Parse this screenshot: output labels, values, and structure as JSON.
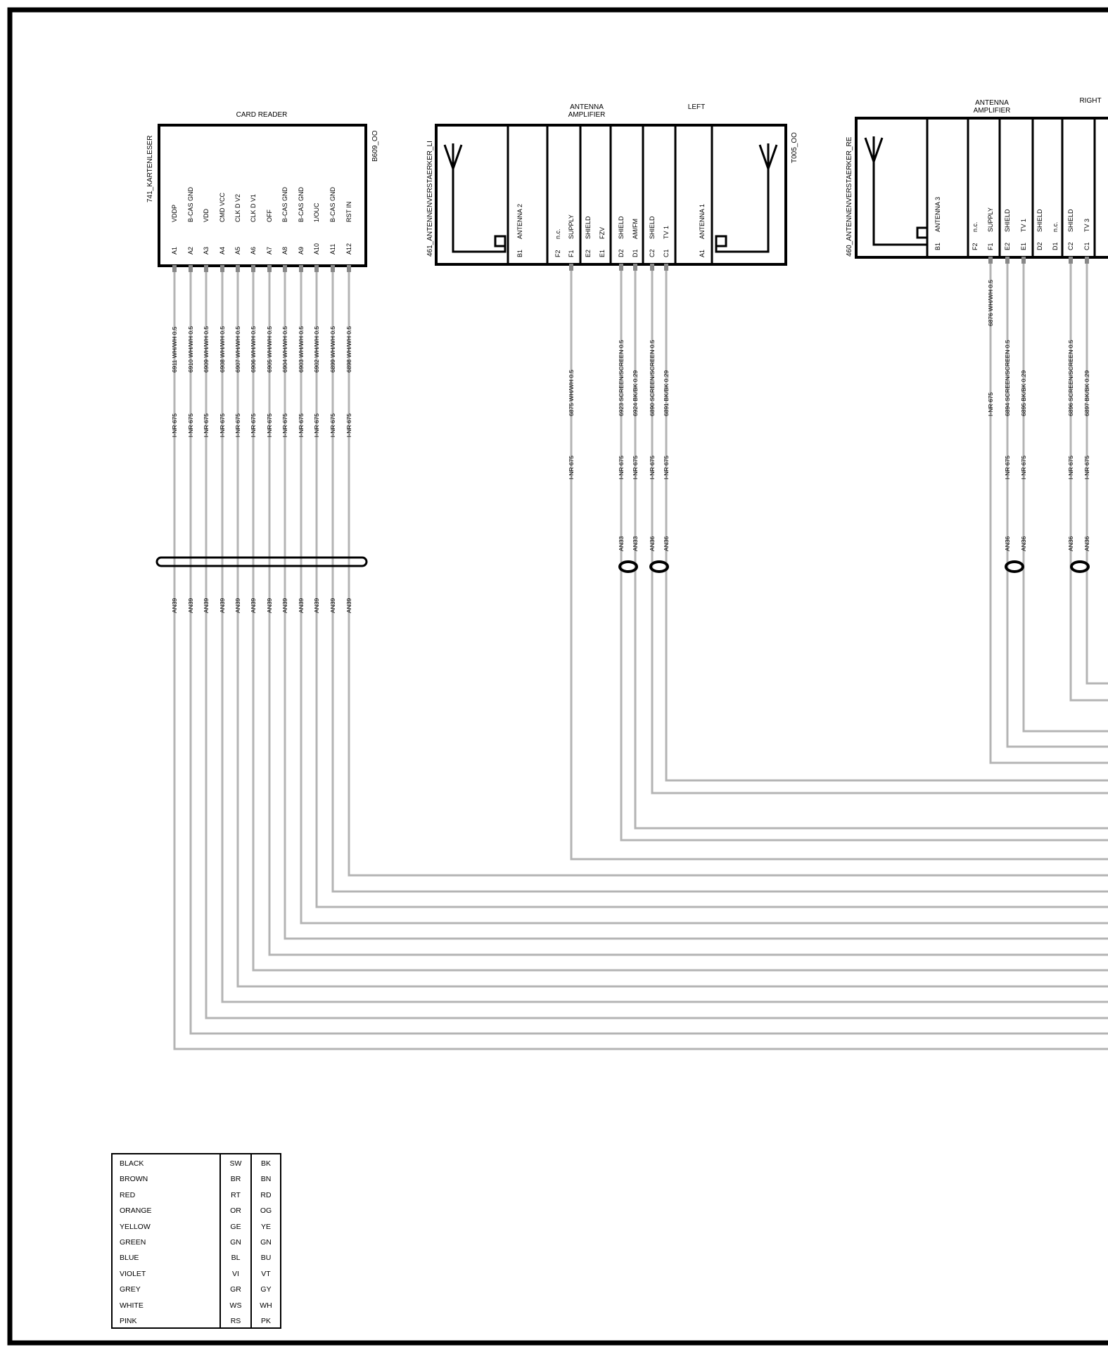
{
  "colors": {
    "line": "#000000",
    "wire": "#b4b4b4",
    "pin": "#888888"
  },
  "card_reader": {
    "title": "CARD READER",
    "name": "741_KARTENLESER",
    "code": "B609_OO",
    "pins": [
      {
        "pin": "A1",
        "label": "VDDP",
        "wire": "6911 WH/WH 0.5",
        "harness": "I-NR 675",
        "shield": "AN39"
      },
      {
        "pin": "A2",
        "label": "B-CAS GND",
        "wire": "6910 WH/WH 0.5",
        "harness": "I-NR 675",
        "shield": "AN39"
      },
      {
        "pin": "A3",
        "label": "VDD",
        "wire": "6909 WH/WH 0.5",
        "harness": "I-NR 675",
        "shield": "AN39"
      },
      {
        "pin": "A4",
        "label": "CMD VCC",
        "wire": "6908 WH/WH 0.5",
        "harness": "I-NR 675",
        "shield": "AN39"
      },
      {
        "pin": "A5",
        "label": "CLK D V2",
        "wire": "6907 WH/WH 0.5",
        "harness": "I-NR 675",
        "shield": "AN39"
      },
      {
        "pin": "A6",
        "label": "CLK D V1",
        "wire": "6906 WH/WH 0.5",
        "harness": "I-NR 675",
        "shield": "AN39"
      },
      {
        "pin": "A7",
        "label": "OFF",
        "wire": "6905 WH/WH 0.5",
        "harness": "I-NR 675",
        "shield": "AN39"
      },
      {
        "pin": "A8",
        "label": "B-CAS GND",
        "wire": "6904 WH/WH 0.5",
        "harness": "I-NR 675",
        "shield": "AN39"
      },
      {
        "pin": "A9",
        "label": "B-CAS GND",
        "wire": "6903 WH/WH 0.5",
        "harness": "I-NR 675",
        "shield": "AN39"
      },
      {
        "pin": "A10",
        "label": "1/OUC",
        "wire": "6902 WH/WH 0.5",
        "harness": "I-NR 675",
        "shield": "AN39"
      },
      {
        "pin": "A11",
        "label": "B-CAS GND",
        "wire": "6899 WH/WH 0.5",
        "harness": "I-NR 675",
        "shield": "AN39"
      },
      {
        "pin": "A12",
        "label": "RST IN",
        "wire": "6898 WH/WH 0.5",
        "harness": "I-NR 675",
        "shield": "AN39"
      }
    ]
  },
  "amp_left": {
    "title": "ANTENNA AMPLIFIER",
    "side": "LEFT",
    "name": "461_ANTENNENVERSTAERKER_LI",
    "code": "T005_OO",
    "pins": [
      {
        "pin": "B1",
        "label": "ANTENNA 2"
      },
      {
        "pin": "F2",
        "label": "n.c."
      },
      {
        "pin": "F1",
        "label": "SUPPLY",
        "wire": "6875 WH/WH 0.5",
        "harness": "I-NR 675"
      },
      {
        "pin": "E2",
        "label": "SHIELD"
      },
      {
        "pin": "E1",
        "label": "FZV"
      },
      {
        "pin": "D2",
        "label": "SHIELD",
        "wire": "6923 SCREEN/SCREEN 0.5",
        "harness": "I-NR 675",
        "shield": "AN33"
      },
      {
        "pin": "D1",
        "label": "AM/FM",
        "wire": "6924 BK/BK 0.29",
        "harness": "I-NR 675",
        "shield": "AN33"
      },
      {
        "pin": "C2",
        "label": "SHIELD",
        "wire": "6890 SCREEN/SCREEN 0.5",
        "harness": "I-NR 675",
        "shield": "AN36"
      },
      {
        "pin": "C1",
        "label": "TV 1",
        "wire": "6891 BK/BK 0.29",
        "harness": "I-NR 675",
        "shield": "AN36"
      },
      {
        "pin": "A1",
        "label": "ANTENNA 1"
      }
    ]
  },
  "amp_right": {
    "title": "ANTENNA AMPLIFIER",
    "side": "RIGHT",
    "name": "460_ANTENNENVERSTAERKER_RE",
    "pins": [
      {
        "pin": "B1",
        "label": "ANTENNA 3"
      },
      {
        "pin": "F2",
        "label": "n.c."
      },
      {
        "pin": "F1",
        "label": "SUPPLY",
        "wire": "6876 WH/WH 0.5",
        "harness": "I-NR 675"
      },
      {
        "pin": "E2",
        "label": "SHIELD",
        "wire": "6894 SCREEN/SCREEN 0.5",
        "harness": "I-NR 675",
        "shield": "AN36"
      },
      {
        "pin": "E1",
        "label": "TV 1",
        "wire": "6895 BK/BK 0.29",
        "harness": "I-NR 675",
        "shield": "AN36"
      },
      {
        "pin": "D2",
        "label": "SHIELD"
      },
      {
        "pin": "D1",
        "label": "n.c."
      },
      {
        "pin": "C2",
        "label": "SHIELD",
        "wire": "6896 SCREEN/SCREEN 0.5",
        "harness": "I-NR 675",
        "shield": "AN36"
      },
      {
        "pin": "C1",
        "label": "TV 3",
        "wire": "6897 BK/BK 0.29",
        "harness": "I-NR 675",
        "shield": "AN36"
      }
    ]
  },
  "legend": {
    "names": [
      "BLACK",
      "BROWN",
      "RED",
      "ORANGE",
      "YELLOW",
      "GREEN",
      "BLUE",
      "VIOLET",
      "GREY",
      "WHITE",
      "PINK"
    ],
    "german": [
      "SW",
      "BR",
      "RT",
      "OR",
      "GE",
      "GN",
      "BL",
      "VI",
      "GR",
      "WS",
      "RS"
    ],
    "english": [
      "BK",
      "BN",
      "RD",
      "OG",
      "YE",
      "GN",
      "BU",
      "VT",
      "GY",
      "WH",
      "PK"
    ]
  }
}
